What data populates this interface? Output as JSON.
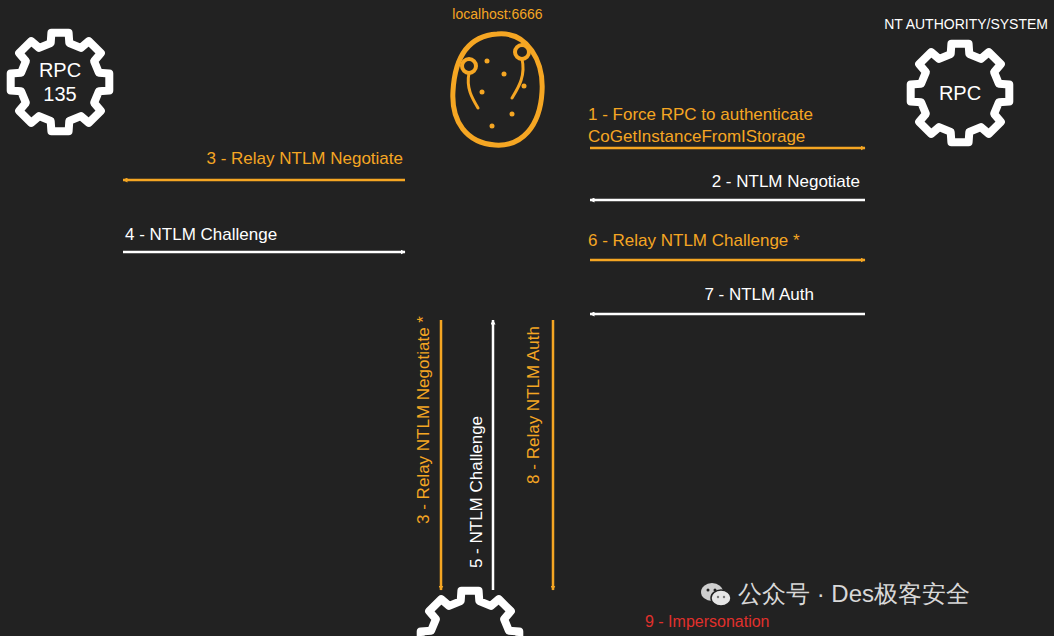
{
  "diagram": {
    "nodes": [
      {
        "text": [
          "RPC 135"
        ]
      },
      {
        "text": [
          "localhost:6666"
        ]
      },
      {
        "text": [
          "NT AUTHORITY/SYSTEM",
          "RPC"
        ]
      },
      {
        "text": [
          "9 - Impersonation"
        ]
      }
    ],
    "edges": [
      {
        "from": 1,
        "to": 2,
        "arrow": "to",
        "label": "1 - Force RPC to authenticate CoGetInstanceFromIStorage"
      },
      {
        "from": 2,
        "to": 1,
        "arrow": "to",
        "label": "2 - NTLM Negotiate"
      },
      {
        "from": 1,
        "to": 0,
        "arrow": "to",
        "label": "3 - Relay NTLM Negotiate"
      },
      {
        "from": 0,
        "to": 1,
        "arrow": "to",
        "label": "4 - NTLM Challenge"
      },
      {
        "from": 1,
        "to": 2,
        "arrow": "to",
        "label": "6 - Relay NTLM Challenge *"
      },
      {
        "from": 2,
        "to": 1,
        "arrow": "to",
        "label": "7 - NTLM Auth"
      },
      {
        "from": 1,
        "to": 3,
        "arrow": "to",
        "label": "3 - Relay NTLM Negotiate *"
      },
      {
        "from": 3,
        "to": 1,
        "arrow": "to",
        "label": "5 - NTLM Challenge"
      },
      {
        "from": 1,
        "to": 3,
        "arrow": "to",
        "label": "8 - Relay NTLM Auth"
      }
    ],
    "labels": [
      "公众号 · Des极客安全"
    ]
  }
}
